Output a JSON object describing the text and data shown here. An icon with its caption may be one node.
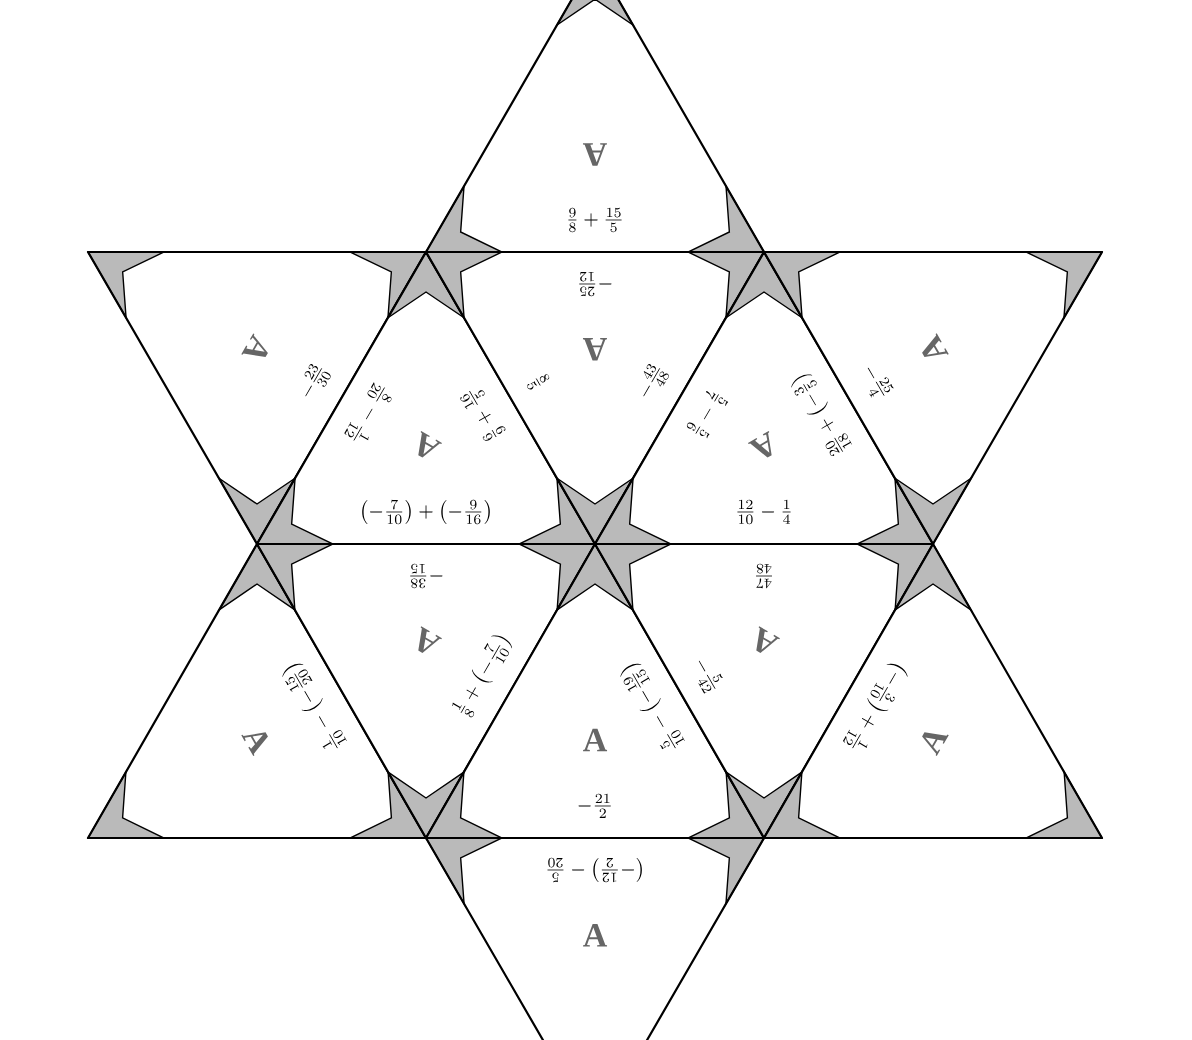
{
  "diagram": {
    "nodes": [
      {
        "text": [
          "A",
          "\\frac{9}{8}+\\frac{15}{5}"
        ]
      },
      {
        "text": [
          "A",
          "-\\frac{23}{30}"
        ]
      },
      {
        "text": [
          "A",
          "\\frac{8}{20}-\\frac{1}{12}",
          "\\frac{6}{9}+\\frac{16}{5}",
          "\\left(-\\frac{7}{10}\\right)+\\left(-\\frac{9}{16}\\right)"
        ]
      },
      {
        "text": [
          "A",
          "-\\frac{25}{12}",
          "\\frac{8}{5}",
          "-\\frac{43}{48}"
        ]
      },
      {
        "text": [
          "A",
          "\\frac{5}{7}-\\frac{5}{6}",
          "\\frac{20}{18}+\\left(-\\frac{3}{5}\\right)",
          "\\frac{12}{10}-\\frac{1}{4}"
        ]
      },
      {
        "text": [
          "A",
          "-\\frac{25}{4}"
        ]
      },
      {
        "text": [
          "A",
          "\\frac{1}{10}-\\left(-\\frac{15}{20}\\right)"
        ]
      },
      {
        "text": [
          "A",
          "-\\frac{38}{15}",
          "\\frac{1}{8}+\\left(-\\frac{7}{10}\\right)"
        ]
      },
      {
        "text": [
          "A",
          "\\frac{5}{10}-\\left(-\\frac{19}{15}\\right)",
          "-\\frac{21}{2}"
        ]
      },
      {
        "text": [
          "A",
          "\\frac{47}{48}",
          "-\\frac{5}{42}"
        ]
      },
      {
        "text": [
          "A",
          "\\left(-\\frac{3}{10}\\right)+\\frac{1}{12}"
        ]
      },
      {
        "text": [
          "\\left(-\\frac{12}{2}\\right)-\\frac{5}{20}",
          "A"
        ]
      }
    ]
  }
}
